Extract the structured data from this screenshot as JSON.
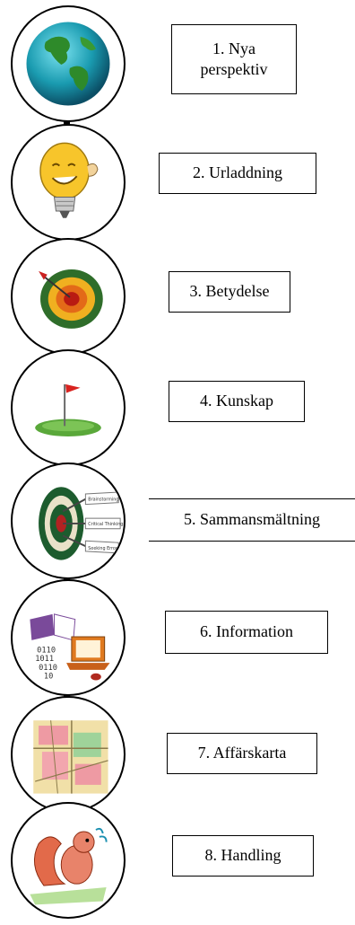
{
  "steps": [
    {
      "label": "1. Nya perspektiv",
      "icon": "globe-icon"
    },
    {
      "label": "2. Urladdning",
      "icon": "lightbulb-icon"
    },
    {
      "label": "3. Betydelse",
      "icon": "target-icon"
    },
    {
      "label": "4. Kunskap",
      "icon": "golf-flag-icon"
    },
    {
      "label": "5. Sammansmältning",
      "icon": "dartboard-icon",
      "dart_labels": [
        "Brainstorming",
        "Critical Thinking",
        "Seeking Error"
      ]
    },
    {
      "label": "6. Information",
      "icon": "book-computer-icon",
      "binary_text": [
        "0110",
        "1011",
        "0110",
        "10"
      ]
    },
    {
      "label": "7. Affärskarta",
      "icon": "street-map-icon"
    },
    {
      "label": "8. Handling",
      "icon": "squirrel-icon"
    }
  ]
}
